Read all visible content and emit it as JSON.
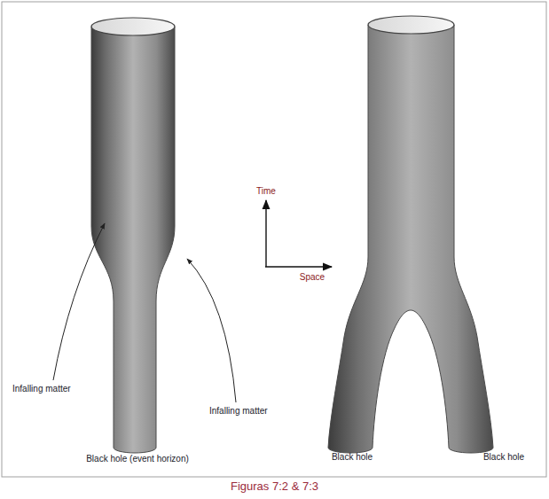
{
  "diagram": {
    "caption": "Figuras 7:2 & 7:3",
    "labels": [
      "Infalling matter",
      "Infalling matter",
      "Black hole (event horizon)",
      "Time",
      "Space",
      "Black hole",
      "Black hole"
    ]
  }
}
